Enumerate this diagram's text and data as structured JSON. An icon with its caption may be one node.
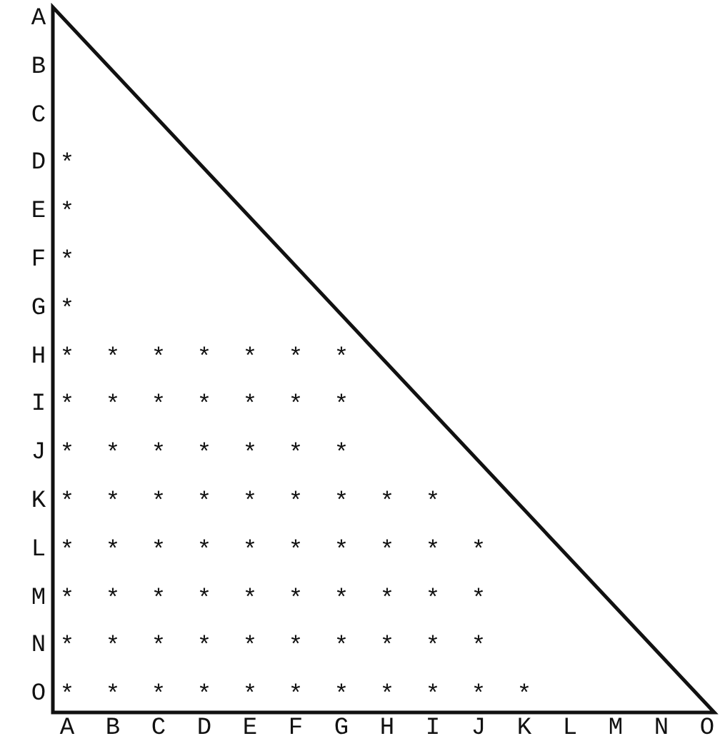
{
  "diagram": {
    "labels": [
      "A",
      "B",
      "C",
      "D",
      "*",
      "E",
      "*",
      "F",
      "*",
      "G",
      "*",
      "H",
      "*",
      "*",
      "*",
      "*",
      "*",
      "*",
      "*",
      "I",
      "*",
      "*",
      "*",
      "*",
      "*",
      "*",
      "*",
      "J",
      "*",
      "*",
      "*",
      "*",
      "*",
      "*",
      "*",
      "K",
      "*",
      "*",
      "*",
      "*",
      "*",
      "*",
      "*",
      "*",
      "*",
      "L",
      "*",
      "*",
      "*",
      "*",
      "*",
      "*",
      "*",
      "*",
      "*",
      "*",
      "M",
      "*",
      "*",
      "*",
      "*",
      "*",
      "*",
      "*",
      "*",
      "*",
      "*",
      "N",
      "*",
      "*",
      "*",
      "*",
      "*",
      "*",
      "*",
      "*",
      "*",
      "*",
      "O",
      "*",
      "*",
      "*",
      "*",
      "*",
      "*",
      "*",
      "*",
      "*",
      "*",
      "*",
      "A",
      "B",
      "C",
      "D",
      "E",
      "F",
      "G",
      "H",
      "I",
      "J",
      "K",
      "L",
      "M",
      "N",
      "O"
    ]
  }
}
